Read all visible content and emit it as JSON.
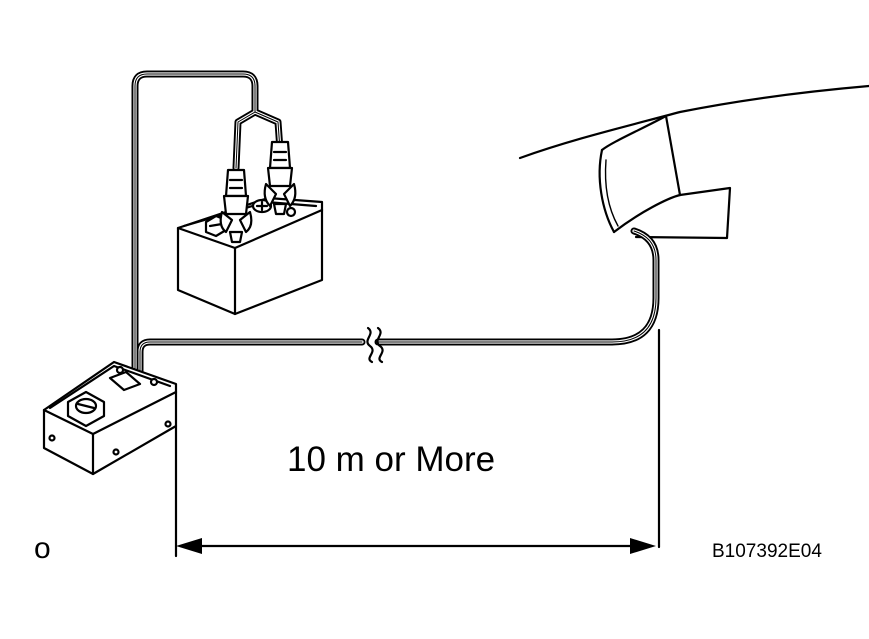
{
  "diagram": {
    "distance_label": "10 m or More",
    "figure_code": "B107392E04",
    "corner_mark": "o"
  }
}
